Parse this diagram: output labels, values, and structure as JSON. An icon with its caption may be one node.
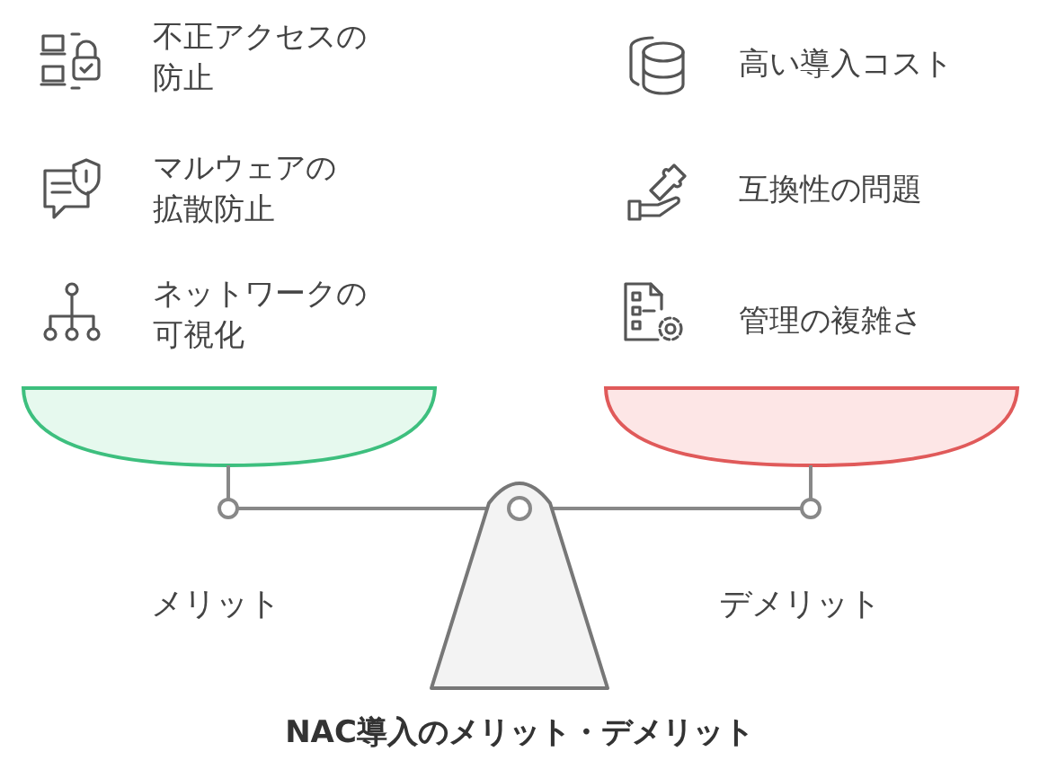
{
  "diagram": {
    "title": "NAC導入のメリット・デメリット",
    "labels": [
      "不正アクセスの防止",
      "高い導入コスト",
      "マルウェアの拡散防止",
      "互換性の問題",
      "ネットワークの可視化",
      "管理の複雑さ",
      "メリット",
      "デメリット"
    ]
  }
}
